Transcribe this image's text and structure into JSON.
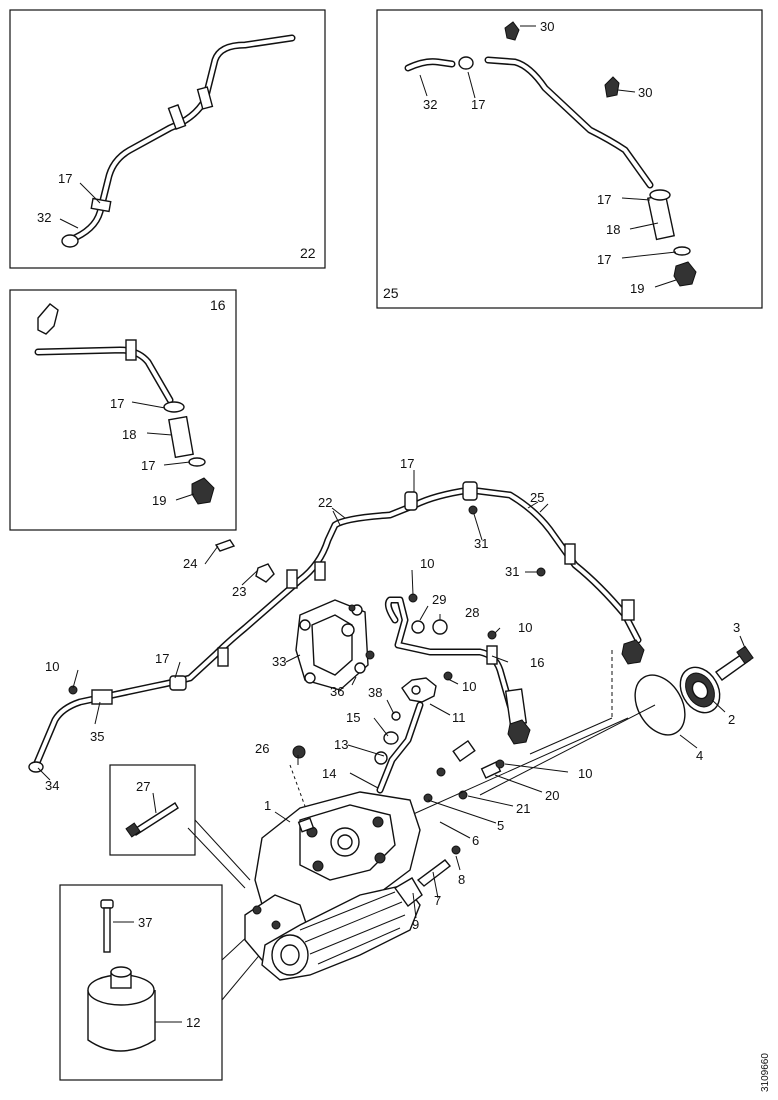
{
  "document_id": "3109660",
  "insets": {
    "a": "22",
    "b": "25",
    "c": "16",
    "d": "27",
    "e": "37",
    "e_part": "12"
  },
  "callouts": {
    "c1": "1",
    "c2": "2",
    "c3": "3",
    "c4": "4",
    "c5": "5",
    "c6": "6",
    "c7": "7",
    "c8": "8",
    "c9": "9",
    "c10": "10",
    "c11": "11",
    "c12": "12",
    "c13": "13",
    "c14": "14",
    "c15": "15",
    "c16": "16",
    "c17": "17",
    "c18": "18",
    "c19": "19",
    "c20": "20",
    "c21": "21",
    "c22": "22",
    "c23": "23",
    "c24": "24",
    "c25": "25",
    "c26": "26",
    "c27": "27",
    "c28": "28",
    "c29": "29",
    "c30": "30",
    "c31": "31",
    "c32": "32",
    "c33": "33",
    "c34": "34",
    "c35": "35",
    "c36": "36",
    "c37": "37",
    "c38": "38"
  }
}
